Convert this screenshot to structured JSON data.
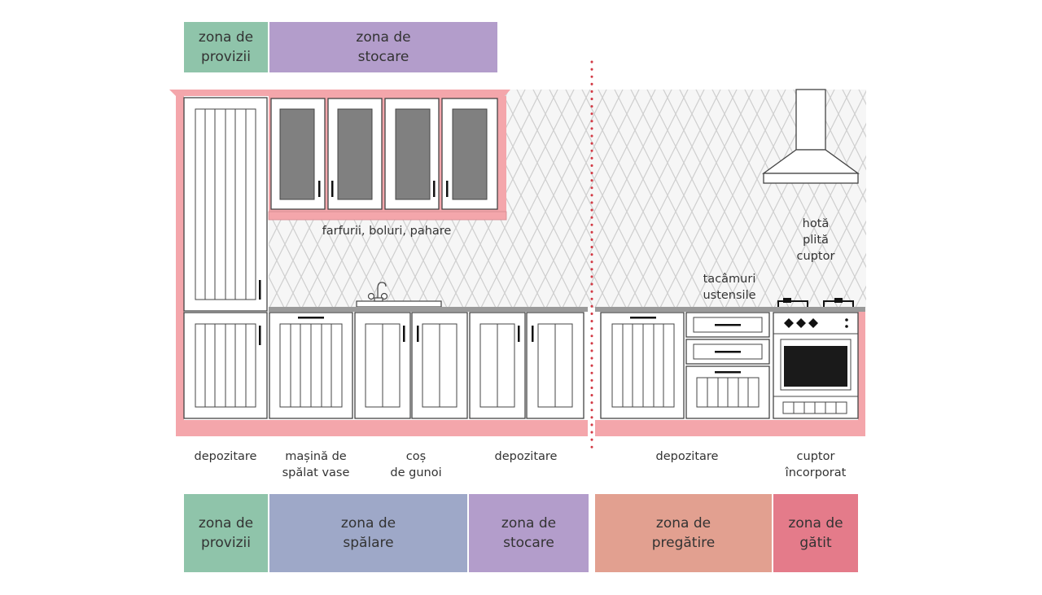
{
  "colors": {
    "provizii": "#8fc4aa",
    "stocare": "#b39dcb",
    "spalare": "#9ea8c8",
    "pregatire": "#e2a090",
    "gatit": "#e47b8a",
    "cabinet_frame": "#f4a6ab",
    "divider": "#d23a45"
  },
  "top_zones": [
    {
      "text": "zona de\nprovizii",
      "color_key": "provizii"
    },
    {
      "text": "zona de\nstocare",
      "color_key": "stocare"
    }
  ],
  "bottom_zones": [
    {
      "text": "zona de\nprovizii",
      "color_key": "provizii"
    },
    {
      "text": "zona de\nspălare",
      "color_key": "spalare"
    },
    {
      "text": "zona de\nstocare",
      "color_key": "stocare"
    },
    {
      "text": "zona de\npregătire",
      "color_key": "pregatire"
    },
    {
      "text": "zona de\ngătit",
      "color_key": "gatit"
    }
  ],
  "annotations": {
    "upper_shelf": "farfurii, boluri, pahare",
    "hood_stack": "hotă\nplită\ncuptor",
    "drawers": "tacâmuri\nustensile"
  },
  "bottom_labels": [
    "depozitare",
    "mașină de\nspălat vase",
    "coș\nde gunoi",
    "depozitare",
    "depozitare",
    "cuptor\nîncorporat"
  ]
}
